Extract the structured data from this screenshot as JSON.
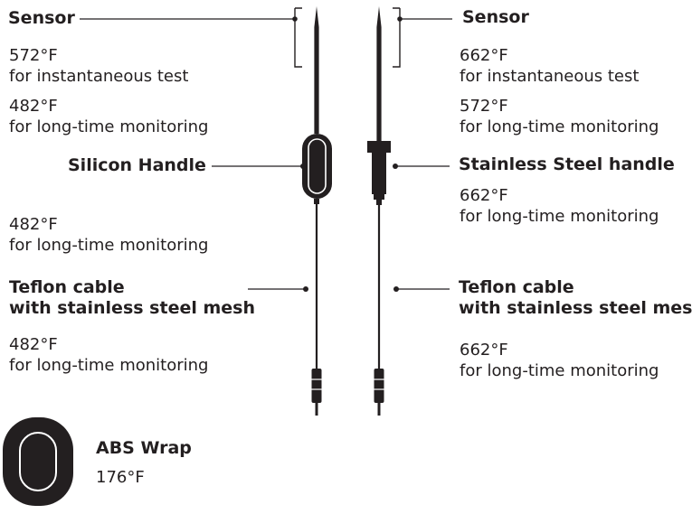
{
  "left": {
    "sensor": {
      "title": "Sensor",
      "instant_temp": "572°F",
      "instant_note": "for instantaneous test",
      "monitor_temp": "482°F",
      "monitor_note": "for long-time monitoring"
    },
    "handle": {
      "title": "Silicon Handle",
      "temp": "482°F",
      "note": "for long-time monitoring"
    },
    "cable": {
      "title_line1": "Teflon cable",
      "title_line2": "with stainless steel mesh",
      "temp": "482°F",
      "note": "for long-time monitoring"
    }
  },
  "right": {
    "sensor": {
      "title": "Sensor",
      "instant_temp": "662°F",
      "instant_note": "for instantaneous test",
      "monitor_temp": "572°F",
      "monitor_note": "for long-time monitoring"
    },
    "handle": {
      "title": "Stainless Steel handle",
      "temp": "662°F",
      "note": "for long-time monitoring"
    },
    "cable": {
      "title_line1": "Teflon cable",
      "title_line2": "with stainless steel mesh",
      "temp": "662°F",
      "note": "for long-time monitoring"
    }
  },
  "abs_wrap": {
    "title": "ABS Wrap",
    "temp": "176°F"
  },
  "colors": {
    "ink": "#231f20",
    "background": "#ffffff"
  }
}
